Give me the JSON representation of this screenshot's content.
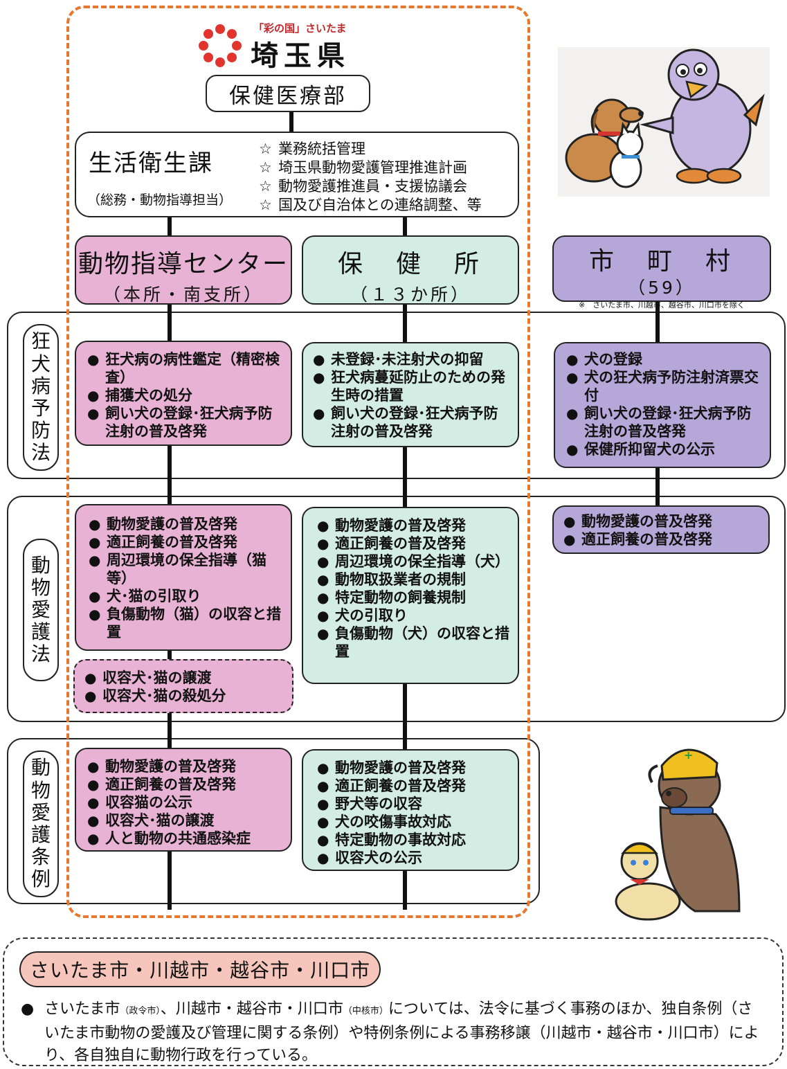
{
  "header": {
    "slogan": "「彩の国」さいたま",
    "prefecture": "埼玉県",
    "department": "保健医療部"
  },
  "section": {
    "name": "生活衛生課",
    "subtitle": "（総務・動物指導担当）",
    "duties": [
      "業務統括管理",
      "埼玉県動物愛護管理推進計画",
      "動物愛護推進員・支援協議会",
      "国及び自治体との連絡調整、等"
    ]
  },
  "columns": {
    "center": {
      "title": "動物指導センター",
      "sub": "（本所・南支所）"
    },
    "health": {
      "title": "保　健　所",
      "sub": "（１３か所）"
    },
    "municipal": {
      "title": "市　町　村",
      "sub": "（59）",
      "note": "※　さいたま市、川越市、越谷市、川口市を除く"
    }
  },
  "bands": {
    "rabies": [
      "狂",
      "犬",
      "病",
      "予",
      "防",
      "法"
    ],
    "welfare": [
      "動",
      "物",
      "愛",
      "護",
      "法"
    ],
    "ordinance": [
      "動",
      "物",
      "愛",
      "護",
      "条",
      "例"
    ]
  },
  "rabies": {
    "center": [
      "狂犬病の病性鑑定（精密検査）",
      "捕獲犬の処分",
      "飼い犬の登録･狂犬病予防注射の普及啓発"
    ],
    "health": [
      "未登録･未注射犬の抑留",
      "狂犬病蔓延防止のための発生時の措置",
      "飼い犬の登録･狂犬病予防注射の普及啓発"
    ],
    "municipal": [
      "犬の登録",
      "犬の狂犬病予防注射済票交付",
      "飼い犬の登録･狂犬病予防注射の普及啓発",
      "保健所抑留犬の公示"
    ]
  },
  "welfare": {
    "center": [
      "動物愛護の普及啓発",
      "適正飼養の普及啓発",
      "周辺環境の保全指導（猫等）",
      "犬･猫の引取り",
      "負傷動物（猫）の収容と措置"
    ],
    "center_extra": [
      "収容犬･猫の譲渡",
      "収容犬･猫の殺処分"
    ],
    "health": [
      "動物愛護の普及啓発",
      "適正飼養の普及啓発",
      "周辺環境の保全指導（犬）",
      "動物取扱業者の規制",
      "特定動物の飼養規制",
      "犬の引取り",
      "負傷動物（犬）の収容と措置"
    ],
    "municipal": [
      "動物愛護の普及啓発",
      "適正飼養の普及啓発"
    ]
  },
  "ordinance": {
    "center": [
      "動物愛護の普及啓発",
      "適正飼養の普及啓発",
      "収容猫の公示",
      "収容犬･猫の譲渡",
      "人と動物の共通感染症"
    ],
    "health": [
      "動物愛護の普及啓発",
      "適正飼養の普及啓発",
      "野犬等の収容",
      "犬の咬傷事故対応",
      "特定動物の事故対応",
      "収容犬の公示"
    ]
  },
  "bottom": {
    "pill": "さいたま市・川越市・越谷市・川口市",
    "note_a": "さいたま市",
    "note_a_small": "（政令市）",
    "note_b": "、川越市・越谷市・川口市",
    "note_b_small": "（中核市）",
    "note_c": "については、法令に基づく事務のほか、独自条例（さいたま市動物の愛護及び管理に関する条例）や特例条例による事務移譲（川越市・越谷市・川口市）により、各自独自に動物行政を行っている。"
  },
  "colors": {
    "pink": "#e8b2d4",
    "mint": "#d3ece4",
    "lavender": "#b5a7d8",
    "orange": "#e8772e",
    "salmon": "#f6c6bd"
  }
}
